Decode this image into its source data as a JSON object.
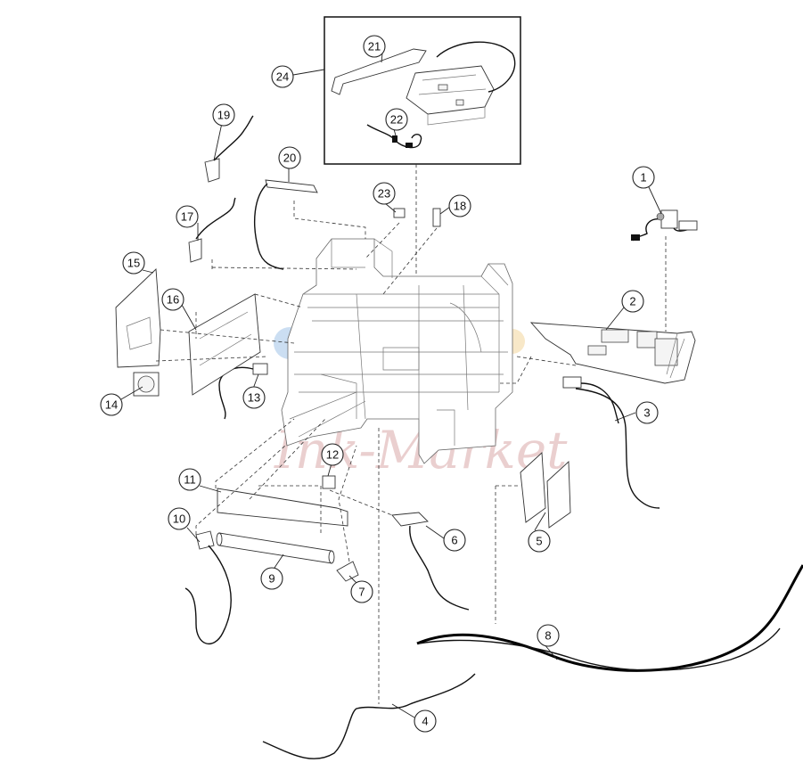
{
  "callouts": {
    "c1": "1",
    "c2": "2",
    "c3": "3",
    "c4": "4",
    "c5": "5",
    "c6": "6",
    "c7": "7",
    "c8": "8",
    "c9": "9",
    "c10": "10",
    "c11": "11",
    "c12": "12",
    "c13": "13",
    "c14": "14",
    "c15": "15",
    "c16": "16",
    "c17": "17",
    "c18": "18",
    "c19": "19",
    "c20": "20",
    "c21": "21",
    "c22": "22",
    "c23": "23",
    "c24": "24"
  },
  "watermark": "Ink-Market"
}
